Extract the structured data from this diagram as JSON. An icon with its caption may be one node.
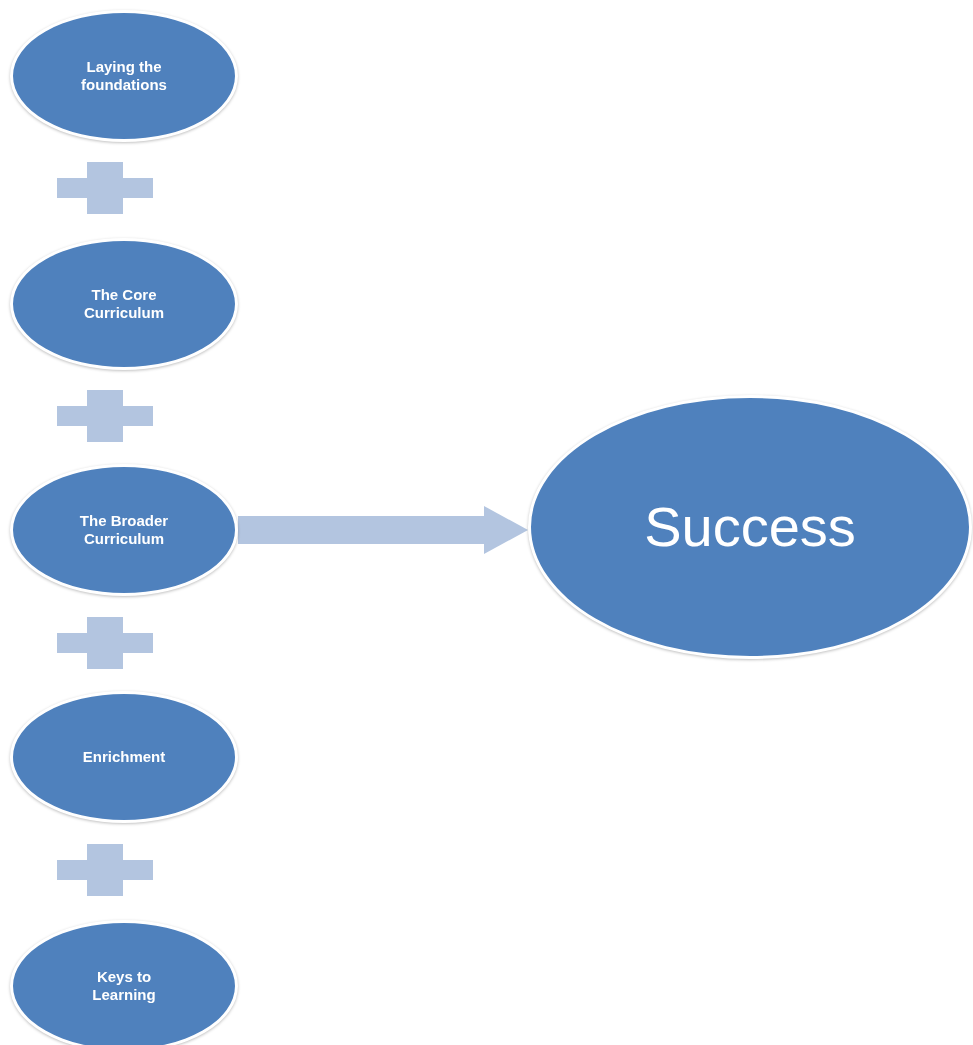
{
  "diagram": {
    "nodes": [
      {
        "text": [
          "Laying the foundations"
        ]
      },
      {
        "text": [
          "The Core Curriculum"
        ]
      },
      {
        "text": [
          "The Broader Curriculum"
        ]
      },
      {
        "text": [
          "Enrichment"
        ]
      },
      {
        "text": [
          "Keys to Learning"
        ]
      },
      {
        "text": [
          "Success"
        ]
      }
    ],
    "edges": [
      {
        "from": 2,
        "to": 5,
        "arrow": "to"
      }
    ]
  }
}
